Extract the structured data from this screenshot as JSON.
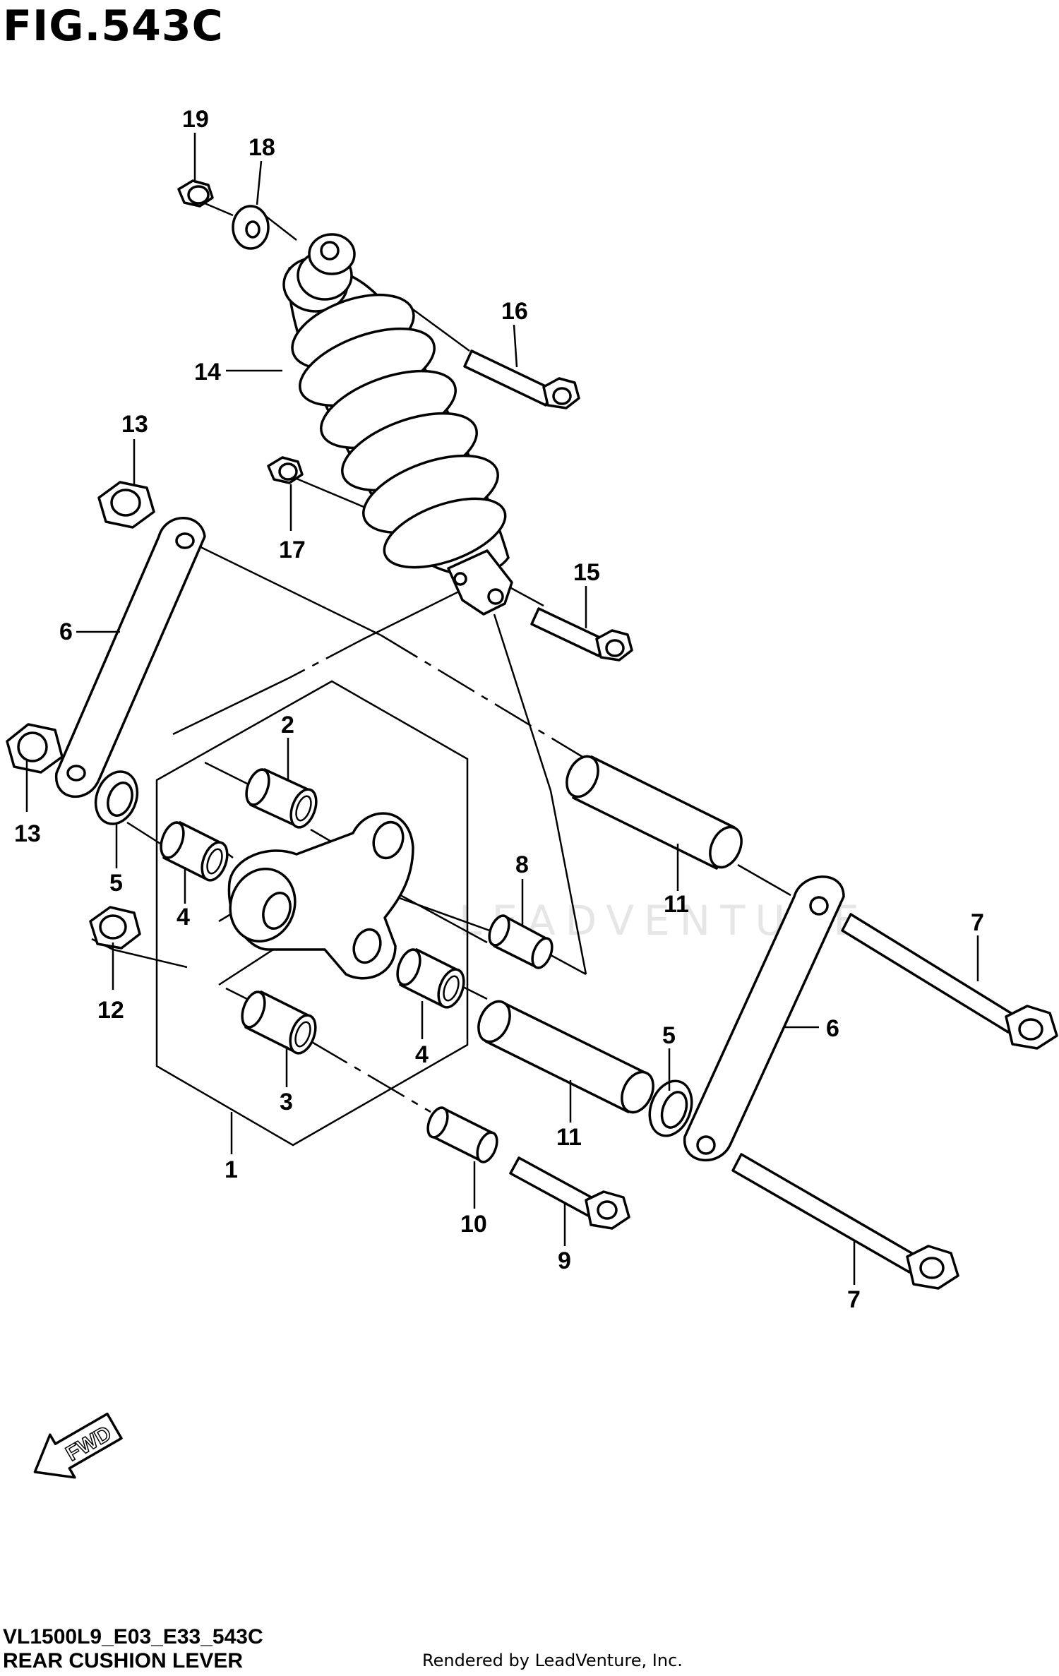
{
  "figure": {
    "title": "FIG.543C",
    "model_code": "VL1500L9_E03_E33_543C",
    "caption": "REAR CUSHION LEVER",
    "rendered_by": "Rendered by LeadVenture, Inc.",
    "watermark": "LEADVENTURE",
    "fwd_label": "FWD"
  },
  "callouts": [
    {
      "key": "c19",
      "label": "19"
    },
    {
      "key": "c18",
      "label": "18"
    },
    {
      "key": "c16",
      "label": "16"
    },
    {
      "key": "c14",
      "label": "14"
    },
    {
      "key": "c13a",
      "label": "13"
    },
    {
      "key": "c17",
      "label": "17"
    },
    {
      "key": "c15",
      "label": "15"
    },
    {
      "key": "c6a",
      "label": "6"
    },
    {
      "key": "c13b",
      "label": "13"
    },
    {
      "key": "c2",
      "label": "2"
    },
    {
      "key": "c5a",
      "label": "5"
    },
    {
      "key": "c4a",
      "label": "4"
    },
    {
      "key": "c8",
      "label": "8"
    },
    {
      "key": "c11a",
      "label": "11"
    },
    {
      "key": "c7a",
      "label": "7"
    },
    {
      "key": "c12",
      "label": "12"
    },
    {
      "key": "c6b",
      "label": "6"
    },
    {
      "key": "c4b",
      "label": "4"
    },
    {
      "key": "c5b",
      "label": "5"
    },
    {
      "key": "c3",
      "label": "3"
    },
    {
      "key": "c11b",
      "label": "11"
    },
    {
      "key": "c1",
      "label": "1"
    },
    {
      "key": "c10",
      "label": "10"
    },
    {
      "key": "c9",
      "label": "9"
    },
    {
      "key": "c7b",
      "label": "7"
    }
  ]
}
